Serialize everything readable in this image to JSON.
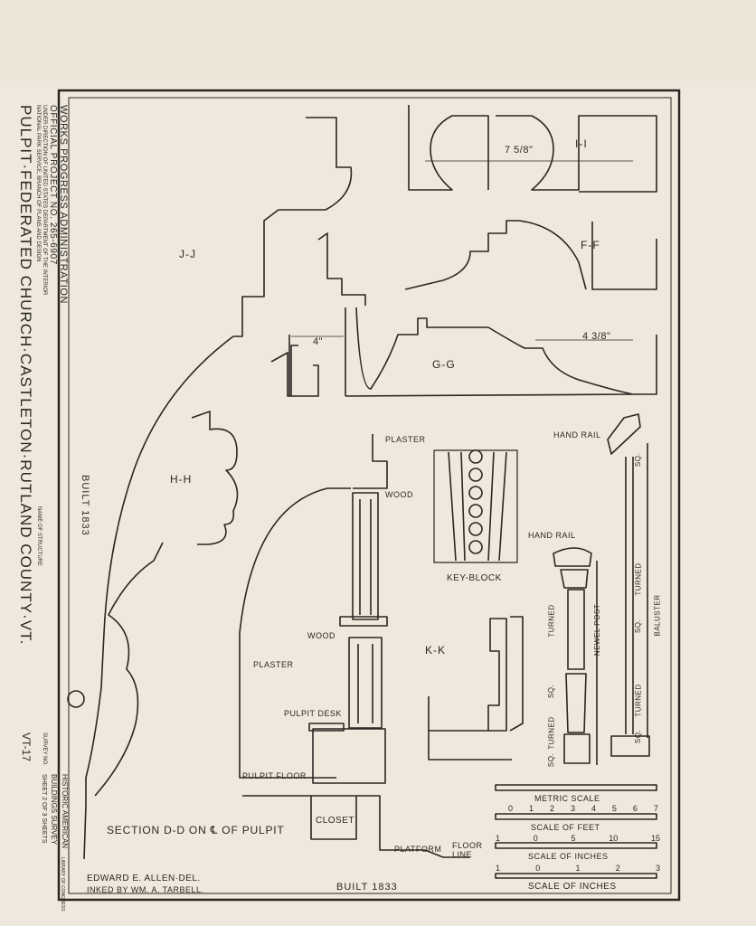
{
  "title_block": {
    "agency_line1": "WORKS PROGRESS ADMINISTRATION",
    "agency_line2": "OFFICIAL PROJECT NO. 265-6907",
    "agency_line3": "UNDER DIRECTION OF UNITED STATES DEPARTMENT OF THE INTERIOR",
    "agency_line4": "NATIONAL PARK SERVICE, BRANCH OF PLANS AND DESIGN",
    "name_of_structure_label": "NAME OF STRUCTURE",
    "structure_name": "PULPIT·FEDERATED CHURCH·CASTLETON·RUTLAND COUNTY·VT.",
    "built_vertical": "BUILT 1833",
    "survey_no_label": "SURVEY NO.",
    "survey_no": "VT-17",
    "survey_line1": "HISTORIC AMERICAN",
    "survey_line2": "BUILDINGS SURVEY",
    "sheet_line": "SHEET 2 OF 3 SHEETS",
    "library_stamp": "LIBRARY OF CONGRESS"
  },
  "sections": {
    "i_i": "I-I",
    "f_f": "F-F",
    "j_j": "J-J",
    "g_g": "G-G",
    "h_h": "H-H",
    "k_k": "K-K",
    "key_block": "KEY-BLOCK"
  },
  "dims": {
    "i_width": "7 5/8\"",
    "g_left": "4\"",
    "g_right": "4 3/8\""
  },
  "labels": {
    "plaster_top": "PLASTER",
    "wood_top": "WOOD",
    "wood_mid": "WOOD",
    "plaster_left": "PLASTER",
    "pulpit_desk": "PULPIT DESK",
    "pulpit_floor": "PULPIT FLOOR",
    "closet": "CLOSET",
    "platform": "PLATFORM",
    "floor_line": "FLOOR LINE",
    "hand_rail_top": "HAND RAIL",
    "hand_rail_post": "HAND RAIL",
    "turned_a": "TURNED",
    "newel_post": "NEWEL POST",
    "sq_a": "SQ.",
    "turned_b": "TURNED",
    "sq_b": "SQ.",
    "turned_c": "TURNED",
    "baluster": "BALUSTER",
    "sq_c": "SQ.",
    "turned_d": "TURNED",
    "sq_d": "SQ.",
    "sq_e": "SQ."
  },
  "section_title": "SECTION D-D ON ℄ OF PULPIT",
  "credits": {
    "delineator": "EDWARD E. ALLEN·DEL.",
    "inker": "INKED BY WM. A. TARBELL."
  },
  "built_bottom": "BUILT 1833",
  "scales": {
    "metric_label": "METRIC SCALE",
    "metric_ticks": [
      "0",
      "1",
      "2",
      "3",
      "4",
      "5",
      "6",
      "7"
    ],
    "feet_label": "SCALE OF FEET",
    "feet_ticks": [
      "1",
      "0",
      "5",
      "10",
      "15"
    ],
    "inches_label": "SCALE OF INCHES",
    "inches_ticks": [
      "1",
      "0",
      "1",
      "2",
      "3"
    ],
    "inches_label_2": "SCALE OF INCHES"
  }
}
